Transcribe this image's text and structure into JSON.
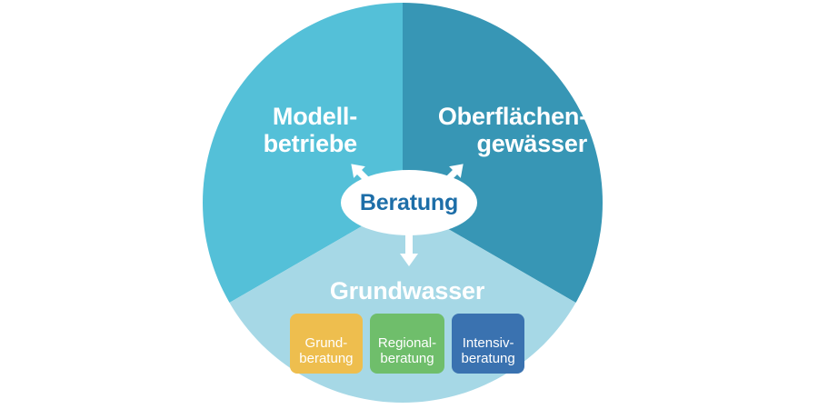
{
  "diagram": {
    "type": "pie-hub-and-spoke",
    "shape": "circle",
    "center_node": {
      "label": "Beratung",
      "text_color": "#1d6ea8",
      "fill": "#ffffff"
    },
    "segments": [
      {
        "id": "modellbetriebe",
        "label": "Modell-\nbetriebe",
        "color": "#54c0d8",
        "share_percent": 33.3,
        "position": "left"
      },
      {
        "id": "oberflaechengewaesser",
        "label": "Oberflächen-\ngewässer",
        "color": "#3796b5",
        "share_percent": 33.3,
        "position": "right"
      },
      {
        "id": "grundwasser",
        "label": "Grundwasser",
        "color": "#a6d8e6",
        "share_percent": 33.3,
        "position": "bottom"
      }
    ],
    "pills": [
      {
        "id": "grundberatung",
        "label": "Grund-\nberatung",
        "color": "#eebe4e"
      },
      {
        "id": "regionalberatung",
        "label": "Regional-\nberatung",
        "color": "#6fbe6b"
      },
      {
        "id": "intensivberatung",
        "label": "Intensiv-\nberatung",
        "color": "#3a72b0"
      }
    ],
    "connectors": [
      {
        "id": "arrow-upleft",
        "direction": "double",
        "points_to": "modellbetriebe",
        "color": "#ffffff"
      },
      {
        "id": "arrow-upright",
        "direction": "double",
        "points_to": "oberflaechengewaesser",
        "color": "#ffffff"
      },
      {
        "id": "arrow-down",
        "direction": "double",
        "points_to": "grundwasser",
        "color": "#ffffff"
      }
    ]
  }
}
